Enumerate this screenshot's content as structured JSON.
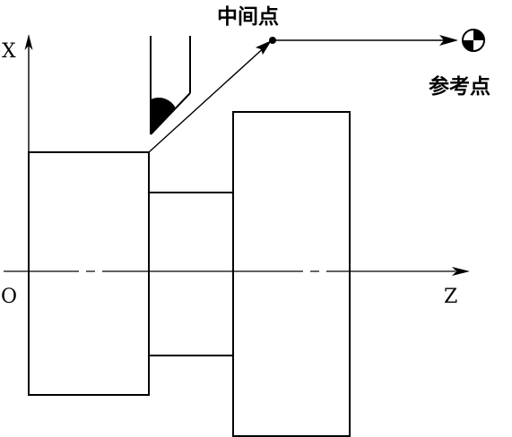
{
  "diagram": {
    "axis_x_label": "X",
    "axis_z_label": "Z",
    "origin_label": "O",
    "intermediate_point_label": "中间点",
    "reference_point_label": "参考点"
  }
}
